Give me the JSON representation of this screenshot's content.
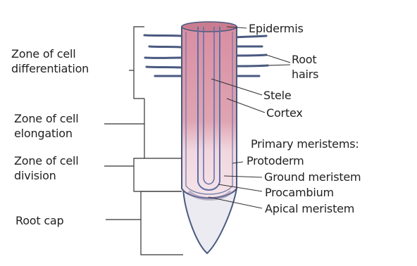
{
  "diagram": {
    "zones": {
      "differentiation": [
        "Zone of cell",
        "differentiation"
      ],
      "elongation": [
        "Zone of cell",
        "elongation"
      ],
      "division": [
        "Zone of cell",
        "division"
      ],
      "root_cap": "Root cap"
    },
    "parts": {
      "epidermis": "Epidermis",
      "root_hairs": [
        "Root",
        "hairs"
      ],
      "stele": "Stele",
      "cortex": "Cortex"
    },
    "primary_meristems": {
      "heading": "Primary meristems:",
      "protoderm": "Protoderm",
      "ground_meristem": "Ground meristem",
      "procambium": "Procambium",
      "apical_meristem": "Apical meristem"
    }
  },
  "colors": {
    "upper_root": "#dfa4b2",
    "lower_root": "#f3dee4",
    "root_top": "#c97c90",
    "root_cap": "#ebebf1",
    "outline": "#4a5a80",
    "stele_line": "#5a6fa8",
    "leader": "#333333"
  }
}
